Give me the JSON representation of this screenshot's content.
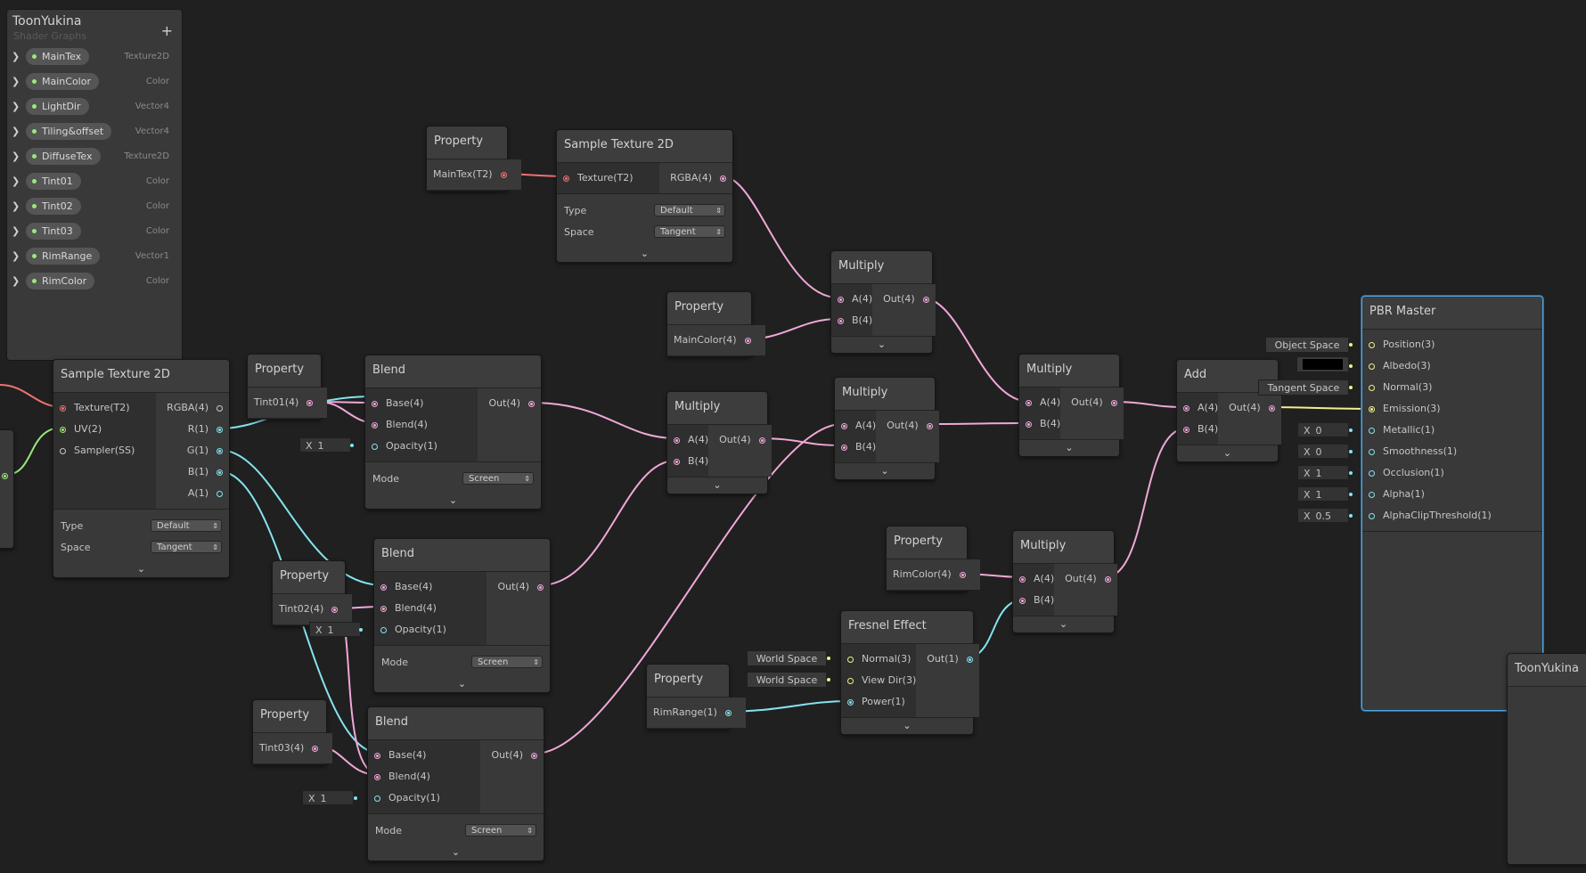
{
  "blackboard": {
    "title": "ToonYukina",
    "subtitle": "Shader Graphs",
    "add_label": "+",
    "properties": [
      {
        "name": "MainTex",
        "type": "Texture2D"
      },
      {
        "name": "MainColor",
        "type": "Color"
      },
      {
        "name": "LightDir",
        "type": "Vector4"
      },
      {
        "name": "Tiling&offset",
        "type": "Vector4"
      },
      {
        "name": "DiffuseTex",
        "type": "Texture2D"
      },
      {
        "name": "Tint01",
        "type": "Color"
      },
      {
        "name": "Tint02",
        "type": "Color"
      },
      {
        "name": "Tint03",
        "type": "Color"
      },
      {
        "name": "RimRange",
        "type": "Vector1"
      },
      {
        "name": "RimColor",
        "type": "Color"
      }
    ]
  },
  "labels": {
    "property": "Property",
    "sample_texture": "Sample Texture 2D",
    "blend": "Blend",
    "multiply": "Multiply",
    "add": "Add",
    "fresnel": "Fresnel Effect",
    "pbr_master": "PBR Master",
    "preview": "ToonYukina",
    "type": "Type",
    "space": "Space",
    "mode": "Mode",
    "default": "Default",
    "tangent": "Tangent",
    "screen": "Screen",
    "chevron": "⌄",
    "x": "X",
    "object_space": "Object Space",
    "tangent_space": "Tangent Space",
    "world_space": "World Space"
  },
  "ports": {
    "texture": "Texture(T2)",
    "uv": "UV(2)",
    "sampler": "Sampler(SS)",
    "rgba": "RGBA(4)",
    "r": "R(1)",
    "g": "G(1)",
    "b": "B(1)",
    "a1": "A(1)",
    "base": "Base(4)",
    "blend": "Blend(4)",
    "opacity": "Opacity(1)",
    "out4": "Out(4)",
    "out1": "Out(1)",
    "a4": "A(4)",
    "b4": "B(4)",
    "normal3": "Normal(3)",
    "viewdir3": "View Dir(3)",
    "power1": "Power(1)",
    "position": "Position(3)",
    "albedo": "Albedo(3)",
    "normal_m": "Normal(3)",
    "emission": "Emission(3)",
    "metallic": "Metallic(1)",
    "smoothness": "Smoothness(1)",
    "occlusion": "Occlusion(1)",
    "alpha": "Alpha(1)",
    "alphaclip": "AlphaClipThreshold(1)"
  },
  "props": {
    "maintex": "MainTex(T2)",
    "maincolor": "MainColor(4)",
    "tint01": "Tint01(4)",
    "tint02": "Tint02(4)",
    "tint03": "Tint03(4)",
    "rimcolor": "RimColor(4)",
    "rimrange": "RimRange(1)"
  },
  "values": {
    "opacity1": "1",
    "opacity2": "1",
    "opacity3": "1",
    "metallic": "0",
    "smoothness": "0",
    "occlusion": "1",
    "alpha": "1",
    "alphaclip": "0.5"
  },
  "colors": {
    "vector4_wire": "#f0a8d8",
    "vector1_wire": "#84e4ef",
    "texture_wire": "#f07070",
    "vector2_wire": "#9be77c",
    "vector3_wire": "#f0f08c",
    "selection": "#4fa7e3",
    "albedo_swatch": "#000000"
  }
}
